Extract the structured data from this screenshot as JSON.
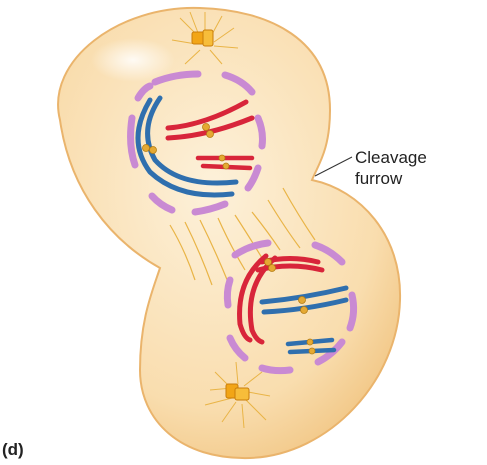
{
  "figure": {
    "panel_label": "(d)",
    "annotation": {
      "line1": "Cleavage",
      "line2": "furrow"
    },
    "colors": {
      "cell_fill": "#f8d9a5",
      "cell_edge": "#e8b66e",
      "nuclear_envelope": "#c98ad3",
      "chromosome_red": "#d8253a",
      "chromosome_blue": "#2f6fae",
      "centromere": "#e5a933",
      "centrosome": "#f2a516",
      "spindle": "#e9b446"
    }
  }
}
